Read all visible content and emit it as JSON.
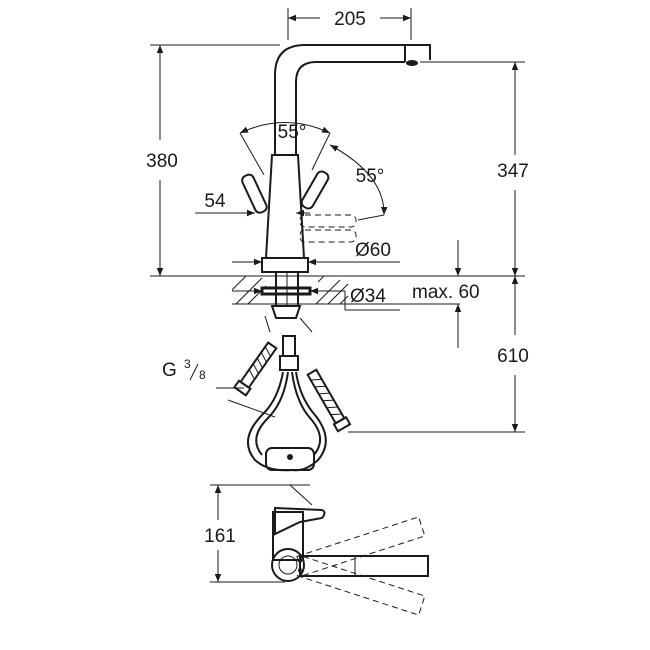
{
  "dimensions": {
    "spout_reach": "205",
    "total_height": "380",
    "spout_height": "347",
    "swivel_angle_body": "55°",
    "swivel_angle_lever": "55°",
    "lever_offset": "54",
    "body_diameter": "Ø60",
    "hole_diameter": "Ø34",
    "max_thickness": "max. 60",
    "hose_length": "610",
    "thread_letter": "G",
    "thread_numerator": "3",
    "thread_denominator": "8",
    "top_view_height": "161"
  }
}
